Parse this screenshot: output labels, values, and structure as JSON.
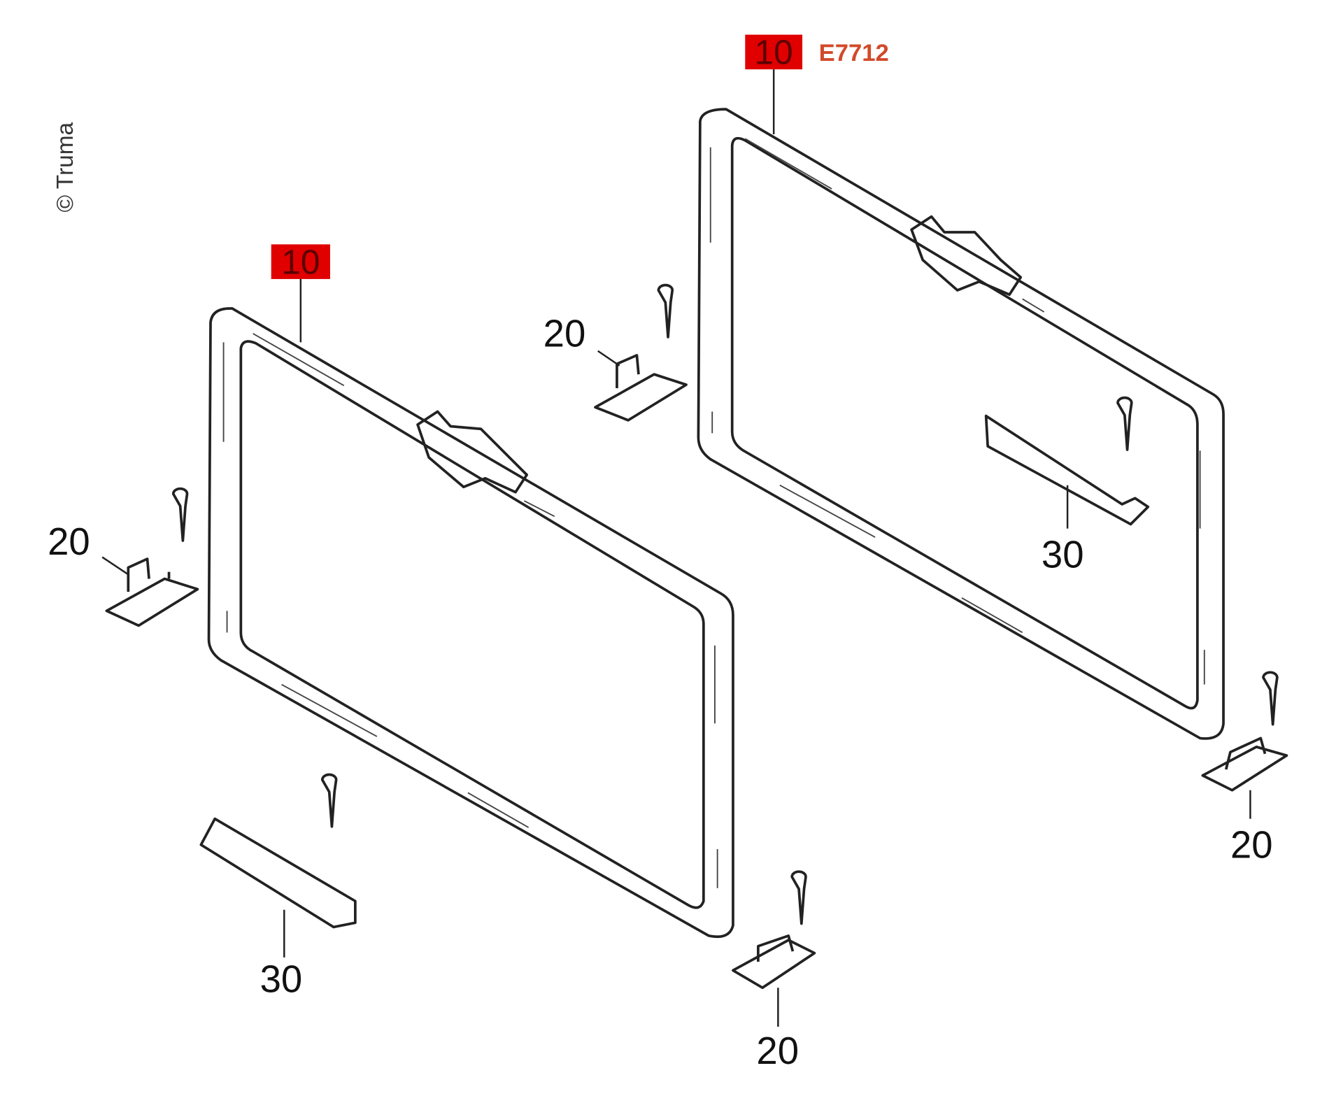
{
  "copyright": "© Truma",
  "drawing_code": "E7712",
  "callouts": {
    "frame_left": "10",
    "frame_right": "10",
    "bracket_left": "20",
    "bracket_center": "20",
    "bracket_bottom": "20",
    "bracket_right": "20",
    "rail_left": "30",
    "rail_right": "30"
  },
  "colors": {
    "callout_fill": "#e00000",
    "code_text": "#d24a2a"
  }
}
